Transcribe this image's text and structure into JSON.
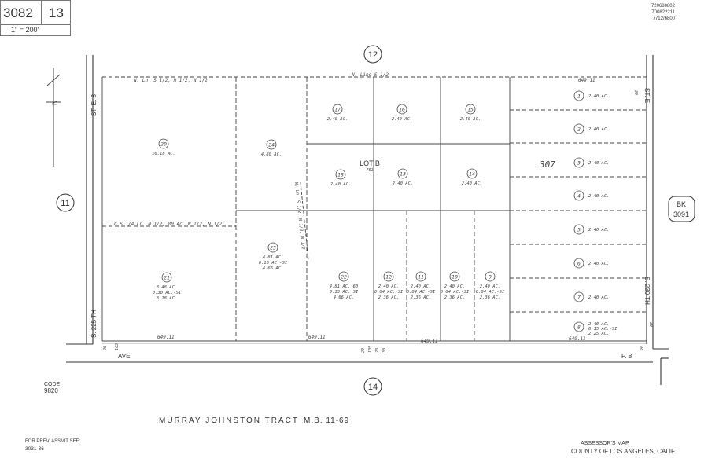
{
  "header": {
    "book": "3082",
    "page": "13",
    "scale_label": "1\" = 200'"
  },
  "top_right_notes": [
    "720680802",
    "700822211",
    "7712/6800"
  ],
  "neighbors": {
    "north": "12",
    "west": "11",
    "south": "14",
    "east_book": "BK",
    "east_book_number": "3091"
  },
  "streets": {
    "west_upper": "ST. E. 8",
    "west_lower": "S. 225 TH",
    "east_upper": "ST. E.",
    "east_lower": "S. 230 TH",
    "south_left": "AVE.",
    "south_right": "P. 8"
  },
  "north_arrow_label": "N",
  "lot_label": "LOT B",
  "lot_sub": "701",
  "line_notes": {
    "top_left": "N. Ln. S 1/2, N 1/2, N 1/2",
    "top_mid": "N. Line S 1/2",
    "left_mid": "C.S 1/4 Ln. N 1/2, 80 Ac. N 1/2, N 1/2",
    "diag": "N. Ln. S 1/2, N 1/2, N 1/2"
  },
  "dimensions": {
    "top_right": "649.11",
    "bottom_1": "649.11",
    "bottom_2": "649.11",
    "bottom_3": "649.11",
    "bottom_4": "649.11"
  },
  "edge_dims": [
    "20",
    "105",
    "20",
    "105",
    "20",
    "30",
    "30",
    "20",
    "30"
  ],
  "parcels": [
    {
      "num": "1",
      "area": "2.40 AC."
    },
    {
      "num": "2",
      "area": "2.40 AC."
    },
    {
      "num": "3",
      "area": "2.40 AC."
    },
    {
      "num": "4",
      "area": "2.40 AC."
    },
    {
      "num": "5",
      "area": "2.40 AC."
    },
    {
      "num": "6",
      "area": "2.40 AC."
    },
    {
      "num": "7",
      "area": "2.40 AC."
    },
    {
      "num": "8",
      "area": "2.40 AC.",
      "area2": "0.15 AC.-SI",
      "area3": "2.25 AC."
    },
    {
      "num": "9",
      "area": "2.40 AC.",
      "area2": "0.04 AC.-SI",
      "area3": "2.36 AC."
    },
    {
      "num": "10",
      "area": "2.40 AC.",
      "area2": "0.04 AC.-SI",
      "area3": "2.36 AC."
    },
    {
      "num": "11",
      "area": "2.40 AC.",
      "area2": "0.04 AC.-SI",
      "area3": "2.36 AC."
    },
    {
      "num": "12",
      "area": "2.40 AC.",
      "area2": "0.04 AC.-SI",
      "area3": "2.36 AC."
    },
    {
      "num": "13",
      "area": "2.40 AC."
    },
    {
      "num": "14",
      "area": "2.40 AC."
    },
    {
      "num": "15",
      "area": "2.40 AC."
    },
    {
      "num": "16",
      "area": "2.40 AC."
    },
    {
      "num": "17",
      "area": "2.40 AC."
    },
    {
      "num": "18",
      "area": "2.40 AC."
    },
    {
      "num": "20",
      "area": "10.18 AC."
    },
    {
      "num": "21",
      "area": "8.48 AC.",
      "area2": "0.30 AC.-SI",
      "area3": "8.18 AC."
    },
    {
      "num": "22",
      "area": "4.81 AC. 60",
      "area2": "0.15 AC. SI",
      "area3": "4.66 AC."
    },
    {
      "num": "23",
      "area": "4.81 AC.",
      "area2": "0.15 AC.-SI",
      "area3": "4.66 AC."
    },
    {
      "num": "24",
      "area": "4.80 AC."
    }
  ],
  "scribble": "307",
  "code_label": "CODE",
  "code_value": "9820",
  "tract_name": "MURRAY JOHNSTON TRACT",
  "tract_ref": "M.B. 11-69",
  "footer_left_1": "FOR PREV. ASSM'T SEE:",
  "footer_left_2": "3031-36",
  "footer_right_1": "ASSESSOR'S MAP",
  "footer_right_2": "COUNTY OF LOS ANGELES, CALIF.",
  "colors": {
    "ink": "#333333",
    "faint": "#888888",
    "paper": "#ffffff"
  }
}
